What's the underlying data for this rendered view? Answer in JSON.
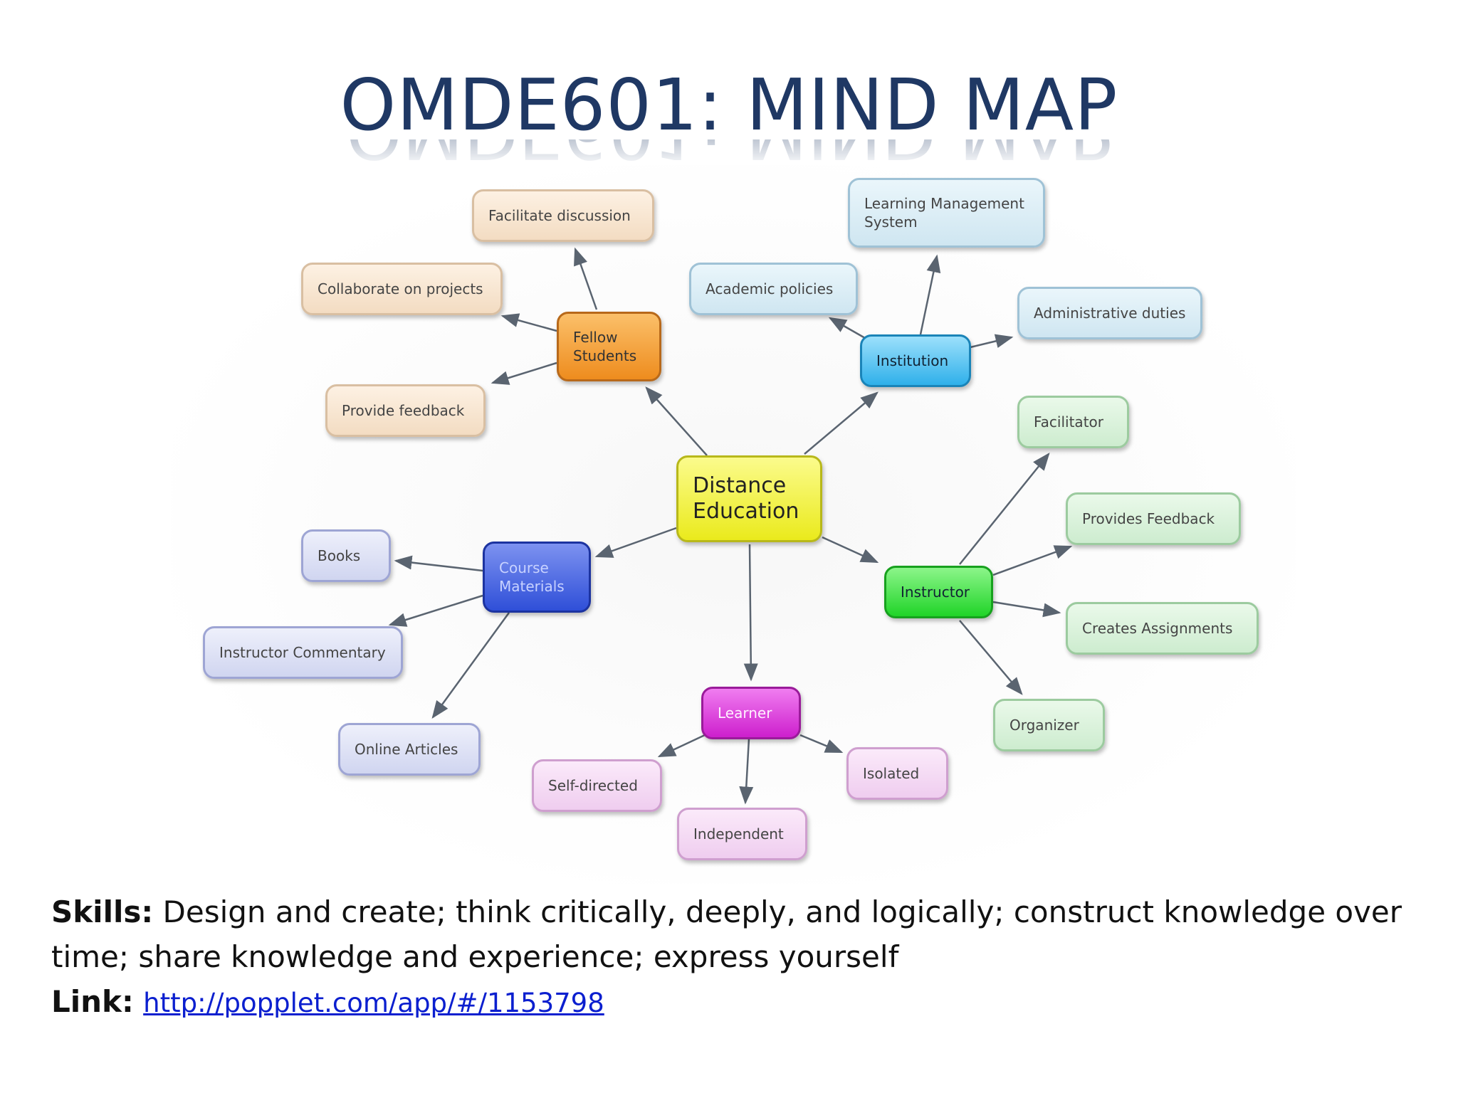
{
  "title": "OMDE601: MIND MAP",
  "mindmap": {
    "center": "Distance Education",
    "fellow_students": "Fellow Students",
    "facilitate_discussion": "Facilitate discussion",
    "collaborate_on_projects": "Collaborate on projects",
    "provide_feedback": "Provide feedback",
    "institution": "Institution",
    "learning_management_system": "Learning Management System",
    "academic_policies": "Academic policies",
    "administrative_duties": "Administrative duties",
    "instructor": "Instructor",
    "facilitator": "Facilitator",
    "provides_feedback": "Provides Feedback",
    "creates_assignments": "Creates Assignments",
    "organizer": "Organizer",
    "course_materials": "Course Materials",
    "books": "Books",
    "instructor_commentary": "Instructor Commentary",
    "online_articles": "Online Articles",
    "learner": "Learner",
    "self_directed": "Self-directed",
    "independent": "Independent",
    "isolated": "Isolated"
  },
  "footer": {
    "skills_label": "Skills:",
    "skills_text": " Design and create; think critically, deeply, and logically; construct knowledge over time; share knowledge and experience; express yourself",
    "link_label": "Link:",
    "link_url": "http://popplet.com/app/#/1153798"
  }
}
